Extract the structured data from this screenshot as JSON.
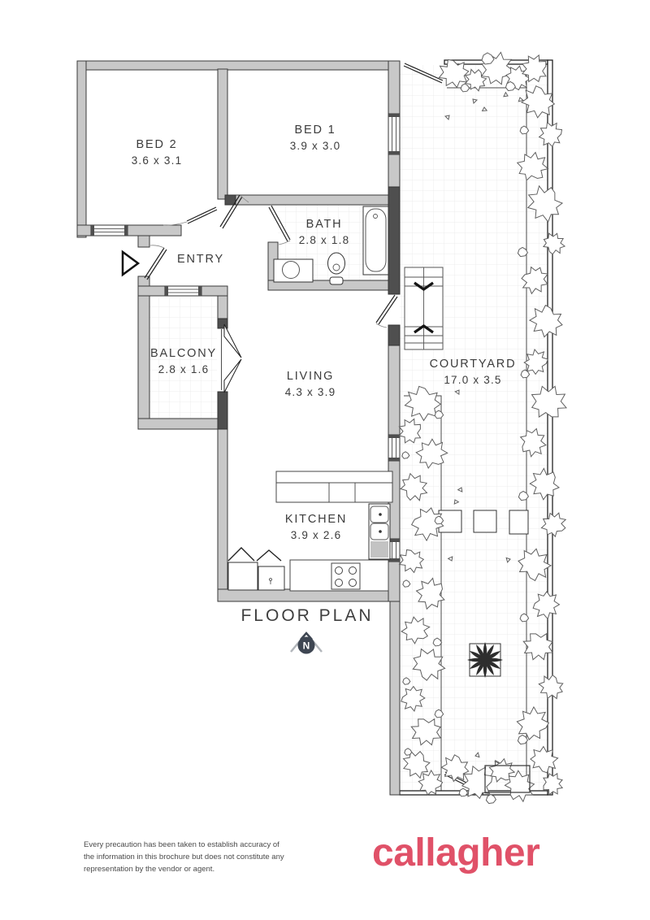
{
  "title": "FLOOR PLAN",
  "north_label": "N",
  "rooms": {
    "bed2": {
      "name": "BED 2",
      "dims": "3.6 x 3.1"
    },
    "bed1": {
      "name": "BED 1",
      "dims": "3.9 x 3.0"
    },
    "bath": {
      "name": "BATH",
      "dims": "2.8 x 1.8"
    },
    "entry": {
      "name": "ENTRY"
    },
    "balcony": {
      "name": "BALCONY",
      "dims": "2.8 x 1.6"
    },
    "living": {
      "name": "LIVING",
      "dims": "4.3 x 3.9"
    },
    "kitchen": {
      "name": "KITCHEN",
      "dims": "3.9 x 2.6"
    },
    "courtyard": {
      "name": "COURTYARD",
      "dims": "17.0 x 3.5"
    }
  },
  "disclaimer": {
    "line1": "Every precaution has been taken to establish accuracy of",
    "line2": "the information in this brochure but does not constitute any",
    "line3": "representation by the vendor or agent."
  },
  "brand": {
    "name": "callagher",
    "color": "#e05168"
  },
  "colors": {
    "north_circle": "#3e4652",
    "wall_fill": "#c8c8c8",
    "wall_dark": "#4f4f4f"
  }
}
